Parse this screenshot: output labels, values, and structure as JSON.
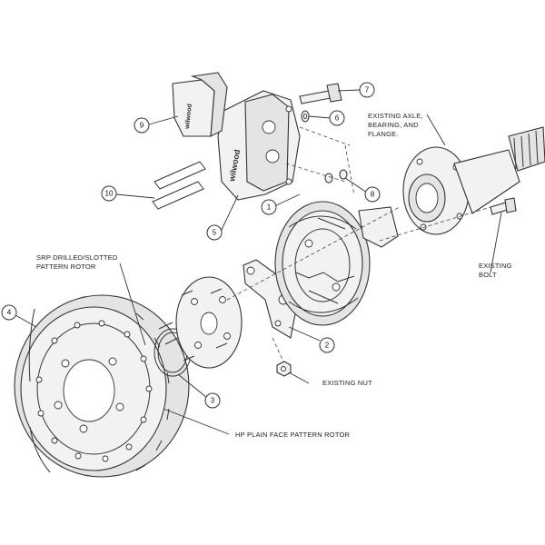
{
  "labels": {
    "existing_axle": [
      "EXISTING AXLE,",
      "BEARING, AND",
      "FLANGE."
    ],
    "existing_bolt": [
      "EXISTING",
      "BOLT"
    ],
    "srp_rotor": [
      "SRP DRILLED/SLOTTED",
      "PATTERN ROTOR"
    ],
    "existing_nut": "EXISTING NUT",
    "hp_rotor": "HP PLAIN FACE PATTERN ROTOR"
  },
  "callouts": {
    "c1": "1",
    "c2": "2",
    "c3": "3",
    "c4": "4",
    "c5": "5",
    "c6": "6",
    "c7": "7",
    "c8": "8",
    "c9": "9",
    "c10": "10"
  },
  "brand": {
    "caliper": "wilwood",
    "pad": "wilwood"
  }
}
